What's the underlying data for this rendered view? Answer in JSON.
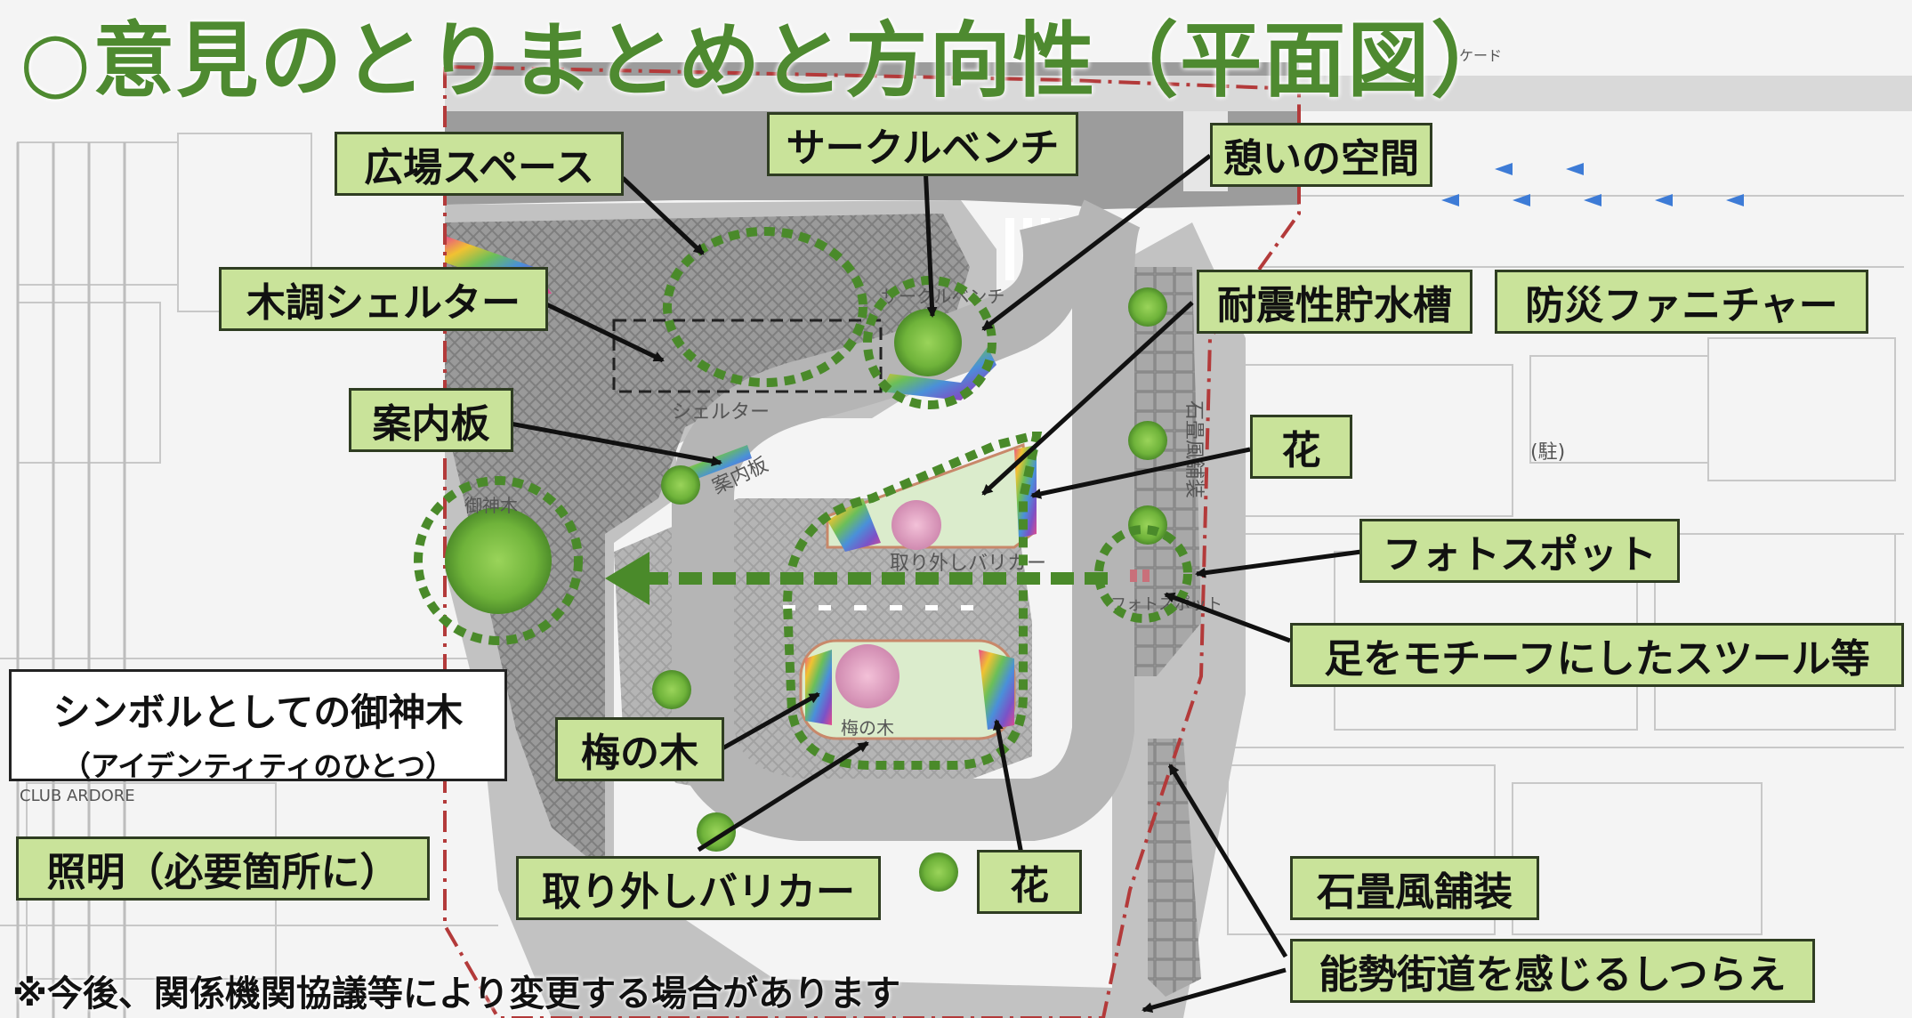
{
  "title": "○意見のとりまとめと方向性（平面図）",
  "labels": {
    "plaza_space": "広場スペース",
    "circle_bench": "サークルベンチ",
    "rest_space": "憩いの空間",
    "wooden_shelter": "木調シェルター",
    "quake_water_tank": "耐震性貯水槽",
    "disaster_furniture": "防災ファニチャー",
    "info_board": "案内板",
    "flower_top": "花",
    "photo_spot": "フォトスポット",
    "foot_stool": "足をモチーフにしたスツール等",
    "ume_tree": "梅の木",
    "removable_bollard": "取り外しバリカー",
    "flower_bottom": "花",
    "lighting": "照明（必要箇所に）",
    "stone_paving": "石畳風舗装",
    "nose_road": "能勢街道を感じるしつらえ"
  },
  "symbol_box": {
    "line1": "シンボルとしての御神木",
    "line2": "（アイデンティティのひとつ）"
  },
  "note": "※今後、関係機関協議等により変更する場合があります",
  "map_text": {
    "shelter": "シェルター",
    "info_board": "案内板",
    "sacred_tree": "御神木",
    "circle_bench": "サークルベンチ",
    "removable_bollard": "取り外しバリカー",
    "ume_tree": "梅の木",
    "photo_spot": "フォトスポット",
    "stone_paving": "石畳風舗装",
    "parking": "(駐)",
    "club": "CLUB ARDORE",
    "arcade": "ケード"
  },
  "colors": {
    "title_green": "#4e8a30",
    "label_fill": "#c9e39a",
    "dotted_green": "#4a8a2a",
    "boundary_red": "#b33a3a"
  }
}
